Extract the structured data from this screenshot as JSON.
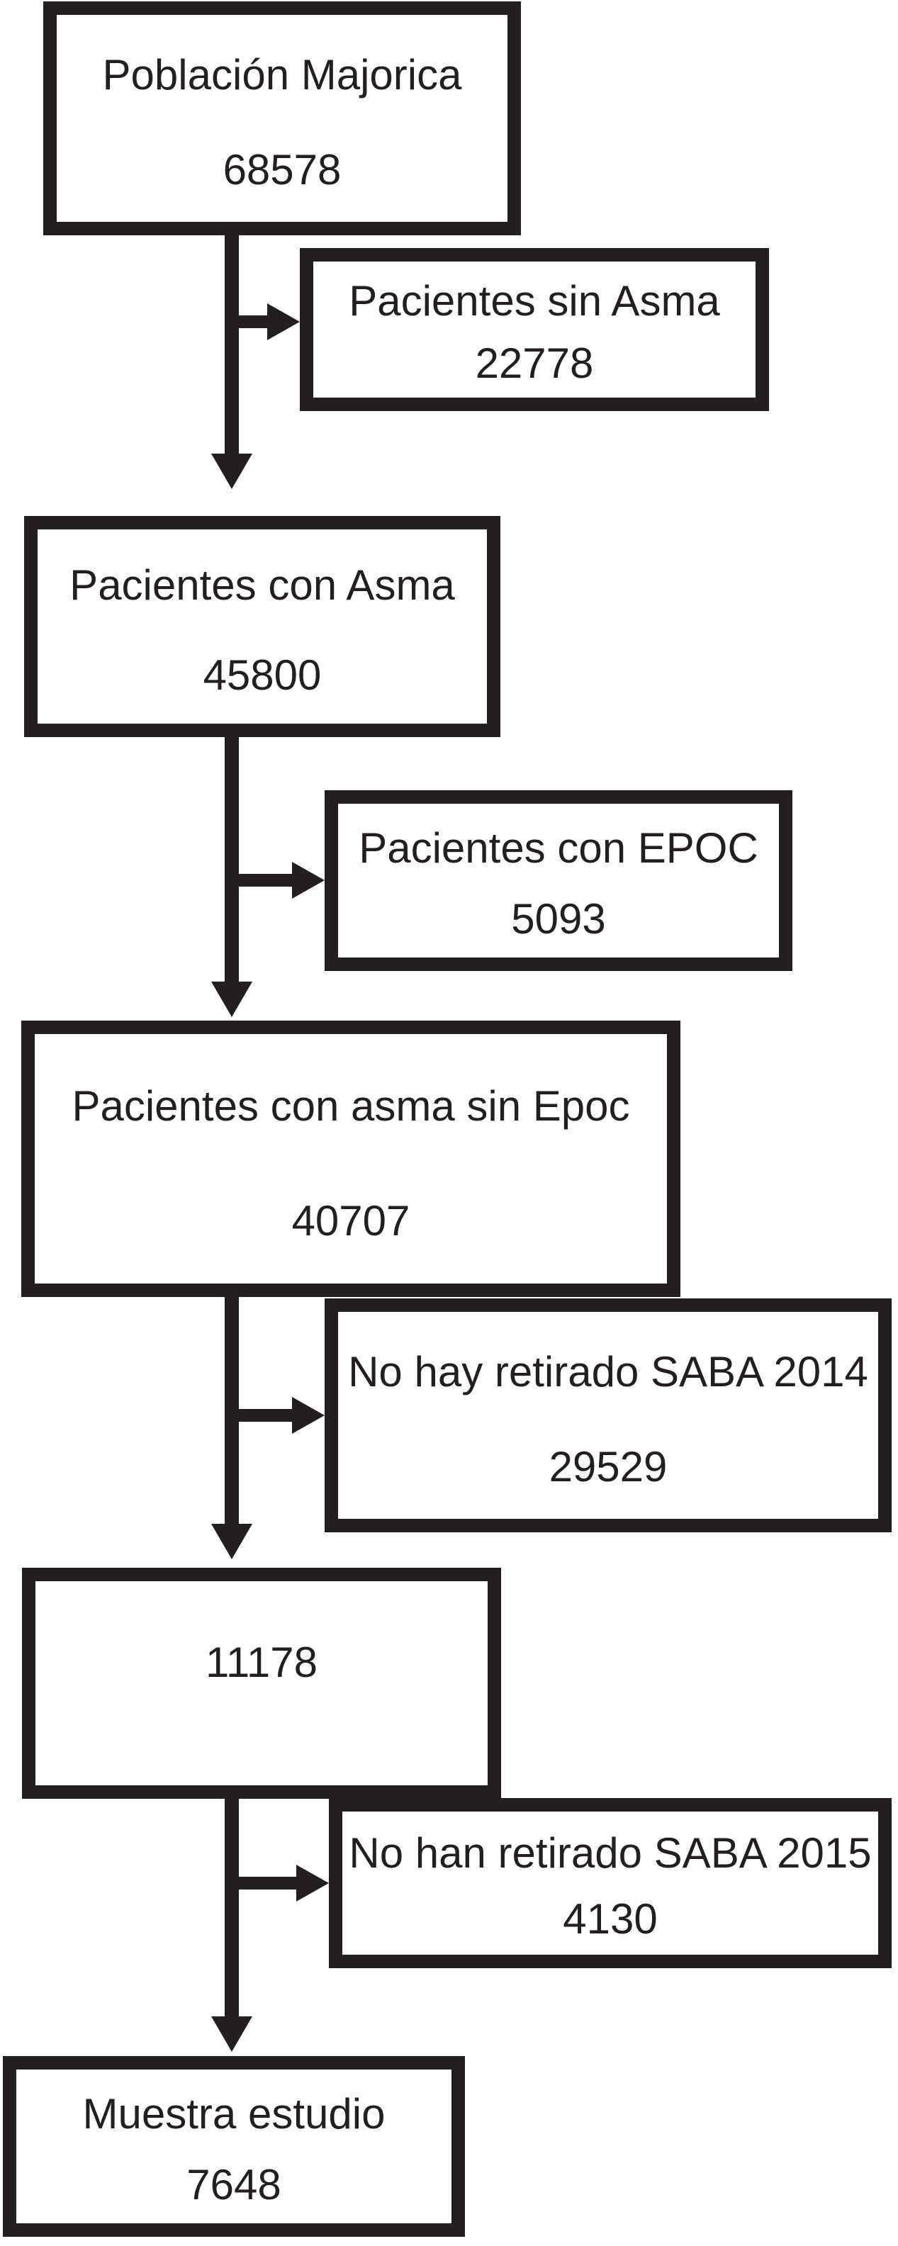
{
  "figure": {
    "background": "#ffffff",
    "ink": "#231f20",
    "description": "Diagrama de flujo de selección de pacientes"
  },
  "flowchart": {
    "type": "flow-diagram",
    "nodes": {
      "poblacion": {
        "label": "Población Majorica",
        "value": "68578"
      },
      "sin_asma": {
        "label": "Pacientes sin Asma",
        "value": "22778"
      },
      "con_asma": {
        "label": "Pacientes con Asma",
        "value": "45800"
      },
      "epoc": {
        "label": "Pacientes con EPOC",
        "value": "5093"
      },
      "asma_sin_epoc": {
        "label": "Pacientes con asma sin Epoc",
        "value": "40707"
      },
      "saba2014": {
        "label": "No hay retirado SABA 2014",
        "value": "29529"
      },
      "n11178": {
        "value": "11178"
      },
      "saba2015": {
        "label": "No han retirado SABA 2015",
        "value": "4130"
      },
      "muestra": {
        "label": "Muestra estudio",
        "value": "7648"
      }
    },
    "edges": [
      "poblacion -> sin_asma (exclusión)",
      "poblacion -> con_asma",
      "con_asma -> epoc (exclusión)",
      "con_asma -> asma_sin_epoc",
      "asma_sin_epoc -> saba2014 (exclusión)",
      "asma_sin_epoc -> n11178",
      "n11178 -> saba2015 (exclusión)",
      "n11178 -> muestra"
    ]
  }
}
